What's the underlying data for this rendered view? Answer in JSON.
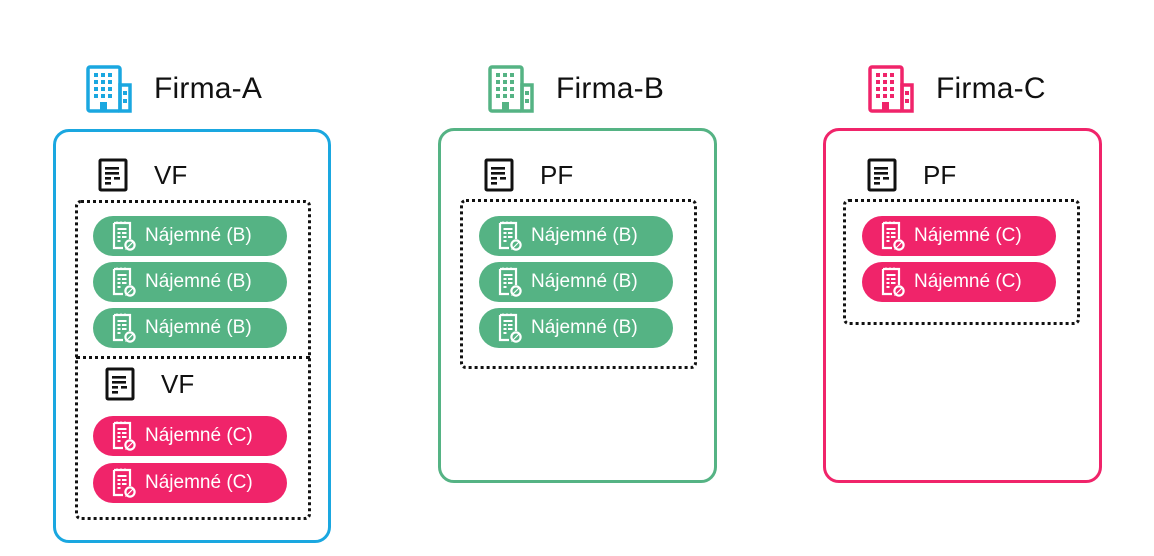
{
  "colors": {
    "firma_a": "#1aa7e0",
    "firma_b": "#55b384",
    "firma_c": "#f0246a",
    "text": "#111111",
    "white": "#ffffff"
  },
  "companies": [
    {
      "name": "Firma-A",
      "icon": "building-icon",
      "groups": [
        {
          "label": "VF",
          "icon": "document-icon",
          "items": [
            {
              "label": "Nájemné (B)",
              "icon": "receipt-icon",
              "color_key": "firma_b"
            },
            {
              "label": "Nájemné (B)",
              "icon": "receipt-icon",
              "color_key": "firma_b"
            },
            {
              "label": "Nájemné (B)",
              "icon": "receipt-icon",
              "color_key": "firma_b"
            }
          ]
        },
        {
          "label": "VF",
          "icon": "document-icon",
          "items": [
            {
              "label": "Nájemné (C)",
              "icon": "receipt-icon",
              "color_key": "firma_c"
            },
            {
              "label": "Nájemné (C)",
              "icon": "receipt-icon",
              "color_key": "firma_c"
            }
          ]
        }
      ]
    },
    {
      "name": "Firma-B",
      "icon": "building-icon",
      "groups": [
        {
          "label": "PF",
          "icon": "document-icon",
          "items": [
            {
              "label": "Nájemné (B)",
              "icon": "receipt-icon",
              "color_key": "firma_b"
            },
            {
              "label": "Nájemné (B)",
              "icon": "receipt-icon",
              "color_key": "firma_b"
            },
            {
              "label": "Nájemné (B)",
              "icon": "receipt-icon",
              "color_key": "firma_b"
            }
          ]
        }
      ]
    },
    {
      "name": "Firma-C",
      "icon": "building-icon",
      "groups": [
        {
          "label": "PF",
          "icon": "document-icon",
          "items": [
            {
              "label": "Nájemné (C)",
              "icon": "receipt-icon",
              "color_key": "firma_c"
            },
            {
              "label": "Nájemné (C)",
              "icon": "receipt-icon",
              "color_key": "firma_c"
            }
          ]
        }
      ]
    }
  ]
}
